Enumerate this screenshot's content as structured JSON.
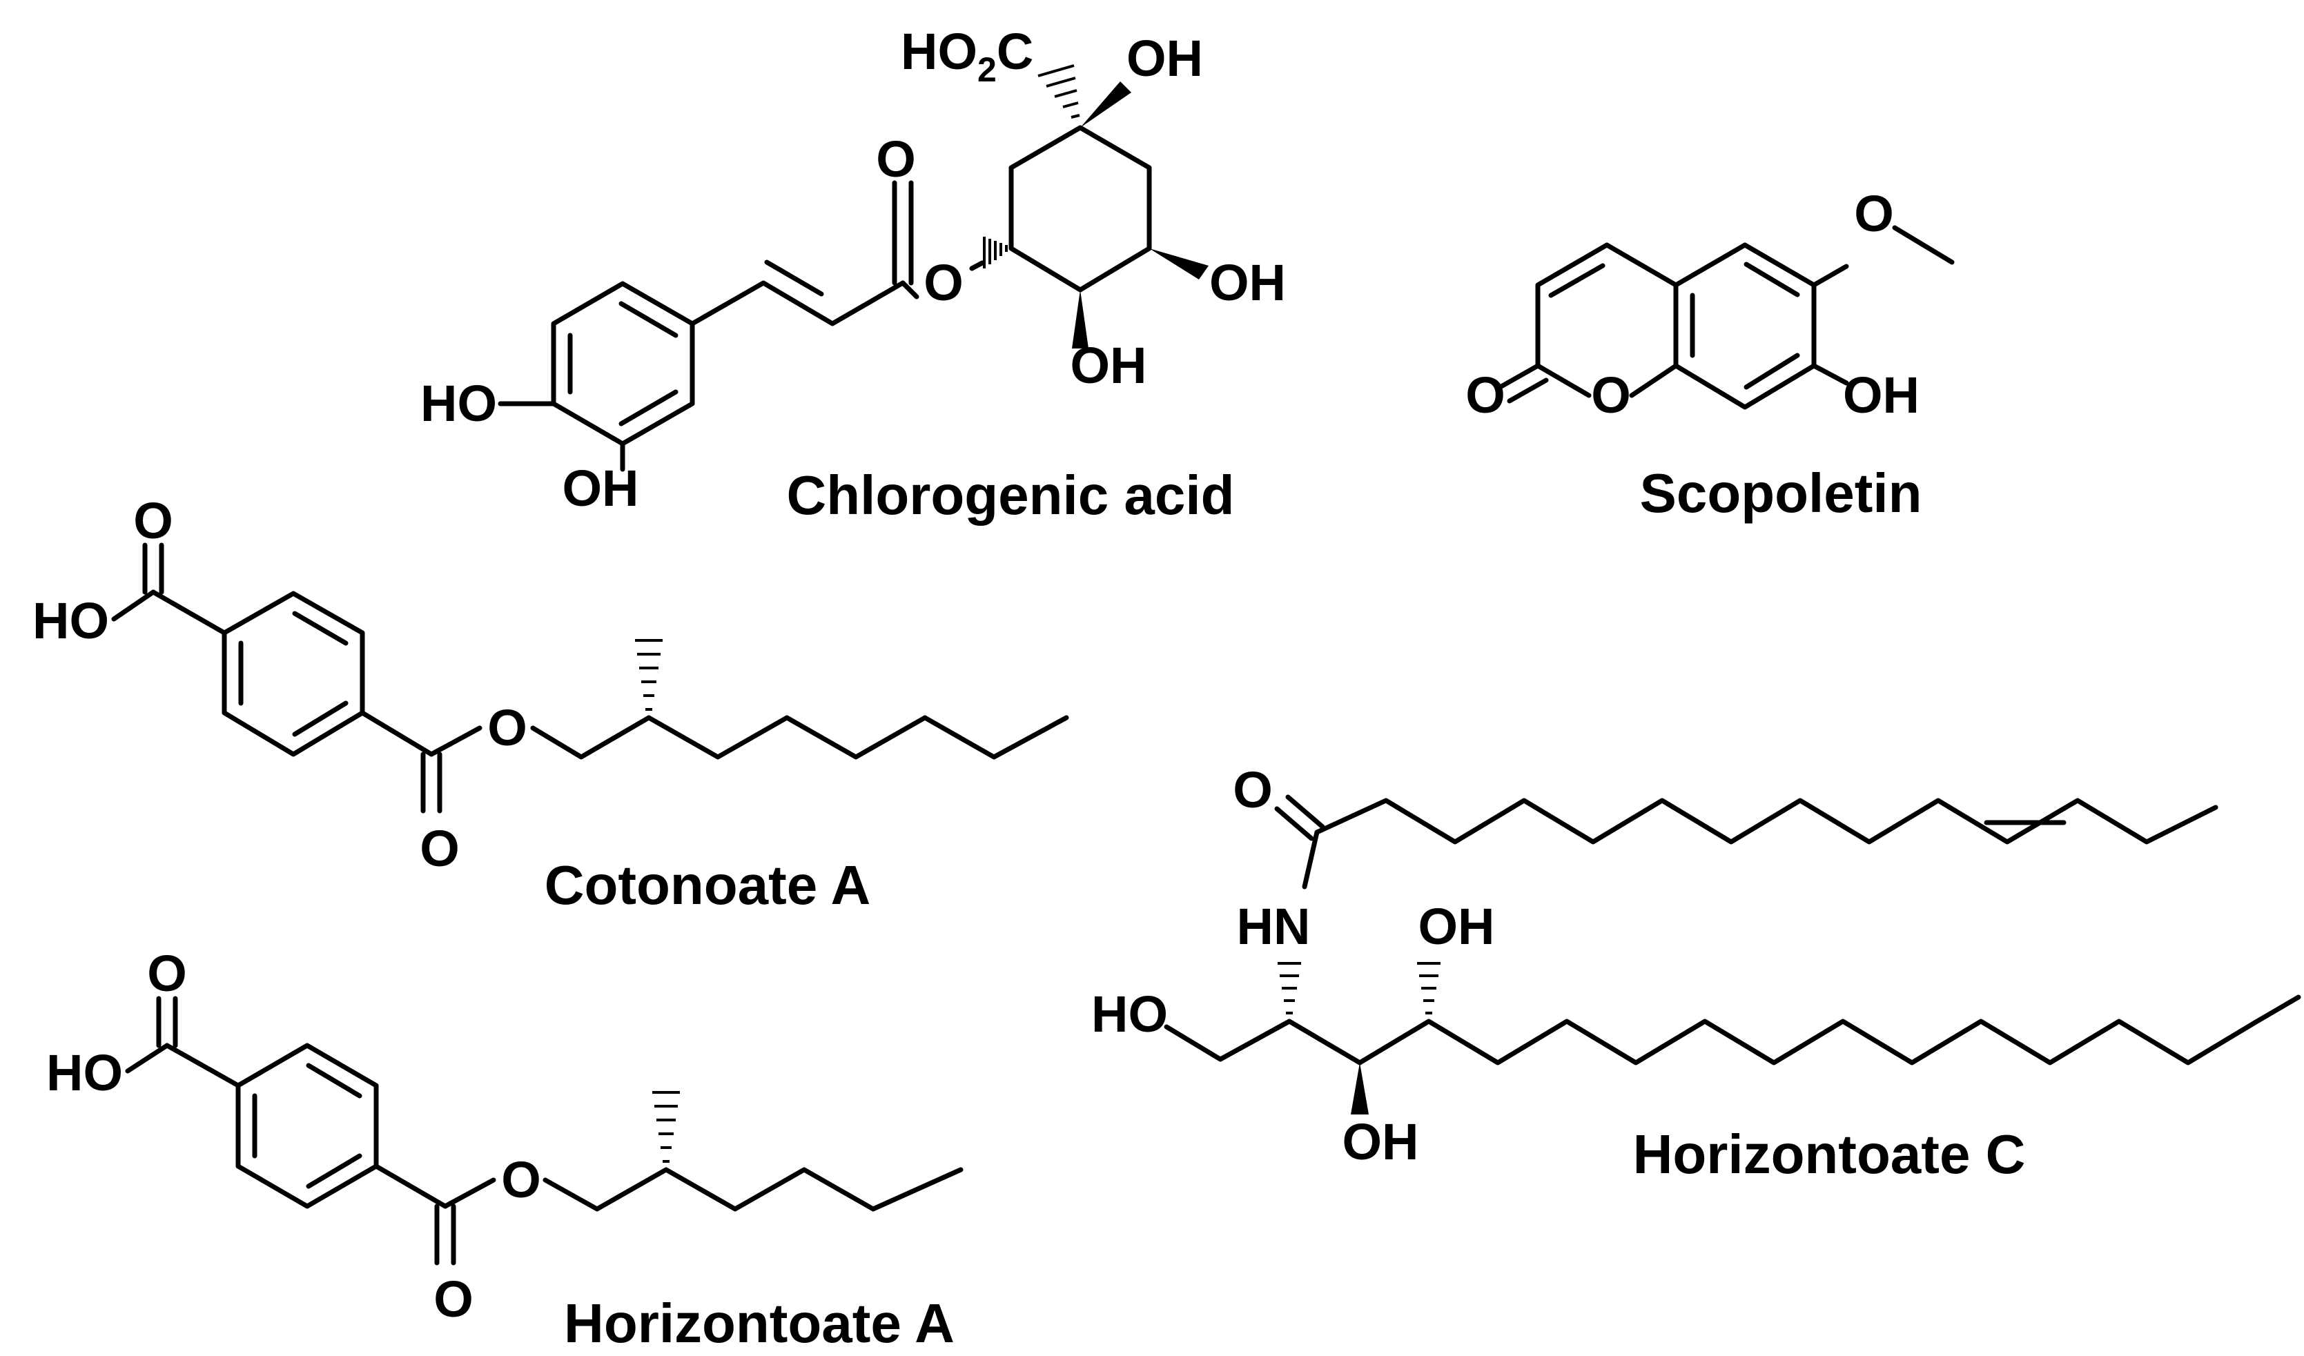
{
  "figure": {
    "compounds": [
      {
        "id": "chlorogenic",
        "name": "Chlorogenic acid",
        "atoms": {
          "o_carbonyl": "O",
          "o_ester": "O",
          "oh_1": "OH",
          "oh_3": "OH",
          "oh_4": "OH",
          "ho_ring": "HO",
          "oh_ring": "OH",
          "co2h_main": "HO",
          "co2h_sub": "2",
          "co2h_tail": "C"
        }
      },
      {
        "id": "scopoletin",
        "name": "Scopoletin",
        "atoms": {
          "o_methoxy": "O",
          "o_carbonyl": "O",
          "o_ring": "O",
          "oh": "OH"
        }
      },
      {
        "id": "cotonoate-a",
        "name": "Cotonoate A",
        "atoms": {
          "o_acid_carbonyl": "O",
          "ho_acid": "HO",
          "o_ester": "O",
          "o_ester_carbonyl": "O"
        }
      },
      {
        "id": "horizontoate-a",
        "name": "Horizontoate A",
        "atoms": {
          "o_acid_carbonyl": "O",
          "ho_acid": "HO",
          "o_ester": "O",
          "o_ester_carbonyl": "O"
        }
      },
      {
        "id": "horizontoate-c",
        "name": "Horizontoate C",
        "atoms": {
          "o_amide": "O",
          "hn": "HN",
          "oh_top": "OH",
          "ho_left": "HO",
          "oh_bottom": "OH"
        }
      }
    ],
    "colors": {
      "ink": "#000000",
      "background": "#ffffff"
    }
  }
}
